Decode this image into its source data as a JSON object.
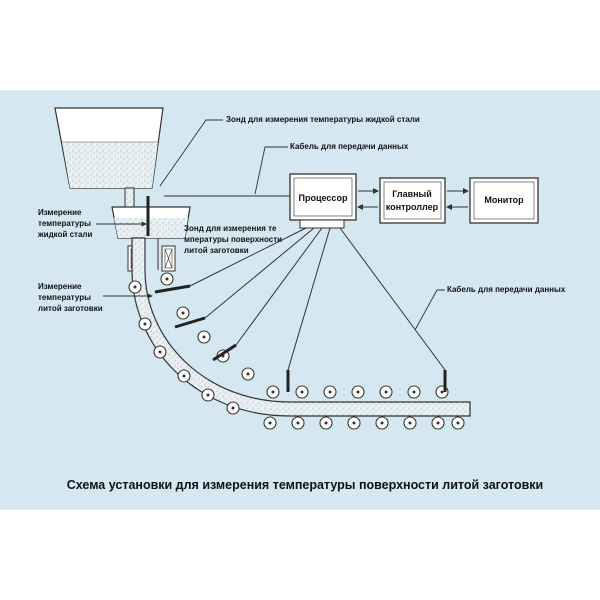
{
  "labels": {
    "probe_liquid": "Зонд для измерения температуры жидкой стали",
    "cable_top": "Кабель для передачи данных",
    "processor": "Процессор",
    "main_controller_line1": "Главный",
    "main_controller_line2": "контроллер",
    "monitor": "Монитор",
    "meas_liquid_line1": "Измерение",
    "meas_liquid_line2": "температуры",
    "meas_liquid_line3": "жидкой стали",
    "probe_surface_line1": "Зонд для измерения те",
    "probe_surface_line2": "мпературы поверхности",
    "probe_surface_line3": "литой заготовки",
    "meas_billet_line1": "Измерение",
    "meas_billet_line2": "температуры",
    "meas_billet_line3": "литой заготовки",
    "cable_right": "Кабель для передачи данных",
    "caption": "Схема установки для измерения температуры поверхности литой заготовки"
  },
  "colors": {
    "background": "#d5e8f2",
    "line": "#333333",
    "steel_fill": "#dfe9ee"
  }
}
